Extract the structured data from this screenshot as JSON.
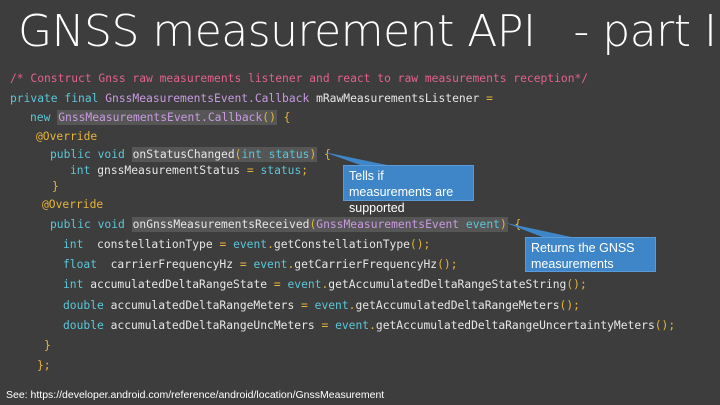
{
  "title": {
    "main": "GNSS measurement API",
    "sub": "- part II"
  },
  "code_lines": [
    [
      [
        "/* Construct Gnss raw measurements listener and react to raw measurements reception*/",
        "c"
      ]
    ],
    [
      [
        "private final ",
        "k"
      ],
      [
        "GnssMeasurementsEvent.Callback ",
        "t"
      ],
      [
        "mRawMeasurementsListener ",
        "w"
      ],
      [
        "=",
        "y"
      ]
    ],
    [
      [
        "new ",
        "k"
      ],
      [
        "GnssMeasurementsEvent.Callback",
        "t",
        "hl-start"
      ],
      [
        "()",
        "y",
        "hl-end"
      ],
      [
        " {",
        "y"
      ]
    ],
    [
      [
        "@Override",
        "y"
      ]
    ],
    [
      [
        "public void ",
        "k"
      ],
      [
        "onStatusChanged",
        "w",
        "hl-start"
      ],
      [
        "(",
        "y",
        "hl"
      ],
      [
        "int status",
        "k",
        "hl"
      ],
      [
        ")",
        "y",
        "hl-end"
      ],
      [
        " {",
        "y"
      ]
    ],
    [
      [
        "int ",
        "k"
      ],
      [
        "gnssMeasurementStatus ",
        "w"
      ],
      [
        "= ",
        "y"
      ],
      [
        "status",
        "k"
      ],
      [
        ";",
        "y"
      ]
    ],
    [
      [
        "}",
        "y"
      ]
    ],
    [
      [
        "@Override",
        "y"
      ]
    ],
    [
      [
        "public void ",
        "k"
      ],
      [
        "onGnssMeasurementsReceived",
        "w",
        "hl-start"
      ],
      [
        "(",
        "y",
        "hl"
      ],
      [
        "GnssMeasurementsEvent ",
        "t",
        "hl"
      ],
      [
        "event",
        "k",
        "hl"
      ],
      [
        ")",
        "y",
        "hl-end"
      ],
      [
        " {",
        "y"
      ]
    ],
    [
      [
        "int  ",
        "k"
      ],
      [
        "constellationType ",
        "w"
      ],
      [
        "= ",
        "y"
      ],
      [
        "event",
        "k"
      ],
      [
        ".",
        "y"
      ],
      [
        "getConstellationType",
        "w"
      ],
      [
        "();",
        "y"
      ]
    ],
    [
      [
        "float  ",
        "k"
      ],
      [
        "carrierFrequencyHz ",
        "w"
      ],
      [
        "= ",
        "y"
      ],
      [
        "event",
        "k"
      ],
      [
        ".",
        "y"
      ],
      [
        "getCarrierFrequencyHz",
        "w"
      ],
      [
        "();",
        "y"
      ]
    ],
    [
      [
        "int ",
        "k"
      ],
      [
        "accumulatedDeltaRangeState ",
        "w"
      ],
      [
        "= ",
        "y"
      ],
      [
        "event",
        "k"
      ],
      [
        ".",
        "y"
      ],
      [
        "getAccumulatedDeltaRangeStateString",
        "w"
      ],
      [
        "();",
        "y"
      ]
    ],
    [
      [
        "double ",
        "k"
      ],
      [
        "accumulatedDeltaRangeMeters ",
        "w"
      ],
      [
        "= ",
        "y"
      ],
      [
        "event",
        "k"
      ],
      [
        ".",
        "y"
      ],
      [
        "getAccumulatedDeltaRangeMeters",
        "w"
      ],
      [
        "();",
        "y"
      ]
    ],
    [
      [
        "double ",
        "k"
      ],
      [
        "accumulatedDeltaRangeUncMeters ",
        "w"
      ],
      [
        "= ",
        "y"
      ],
      [
        "event",
        "k"
      ],
      [
        ".",
        "y"
      ],
      [
        "getAccumulatedDeltaRangeUncertaintyMeters",
        "w"
      ],
      [
        "();",
        "y"
      ]
    ],
    [
      [
        "}",
        "y"
      ]
    ],
    [
      [
        "};",
        "y"
      ]
    ]
  ],
  "callouts": {
    "status": "Tells if measurements are supported",
    "received": "Returns the GNSS measurements"
  },
  "footer": "See: https://developer.android.com/reference/android/location/GnssMeasurement",
  "colors": {
    "background": "#3d3d3d",
    "keyword": "#5cc6d8",
    "comment": "#e2628c",
    "type": "#c99ae0",
    "punct": "#e6b43a",
    "callout": "#3f86c8"
  }
}
